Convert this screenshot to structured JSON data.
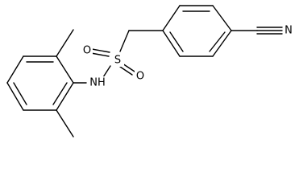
{
  "molecule": {
    "atoms": {
      "sulfur": "S",
      "oxygen_top": "O",
      "oxygen_right": "O",
      "amine": "NH",
      "nitrile_nitrogen": "N"
    },
    "colors": {
      "bond": "#000000",
      "label": "#000000",
      "background": "#ffffff"
    }
  }
}
